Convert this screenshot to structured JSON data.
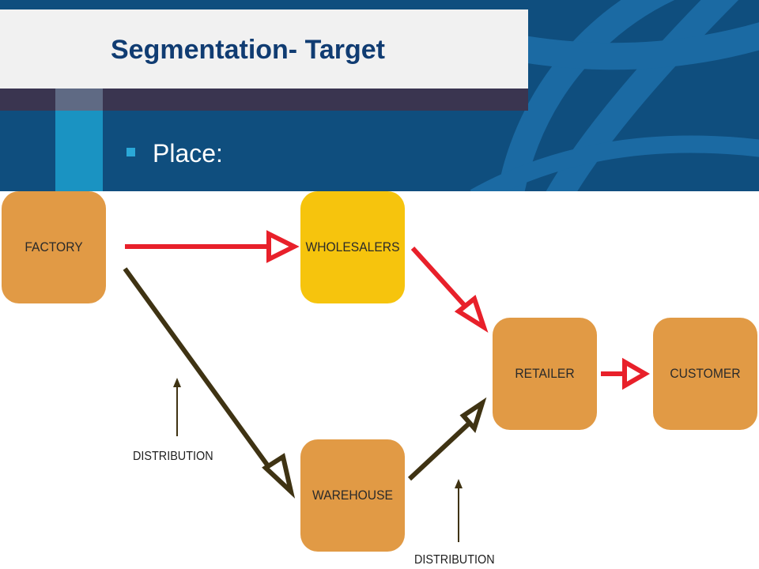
{
  "slide": {
    "title": "Segmentation- Target",
    "bullet": "Place:"
  },
  "diagram": {
    "nodes": {
      "factory": "FACTORY",
      "wholesalers": "WHOLESALERS",
      "warehouse": "WAREHOUSE",
      "retailer": "RETAILER",
      "customer": "CUSTOMER"
    },
    "labels": {
      "distribution_left": "DISTRIBUTION",
      "distribution_bottom": "DISTRIBUTION"
    }
  },
  "colors": {
    "band": "#0f4e7e",
    "title_text": "#103c72",
    "node_orange": "#e19a45",
    "node_yellow": "#f6c40d",
    "arrow_red": "#e8202a",
    "arrow_dark": "#3f3313"
  }
}
